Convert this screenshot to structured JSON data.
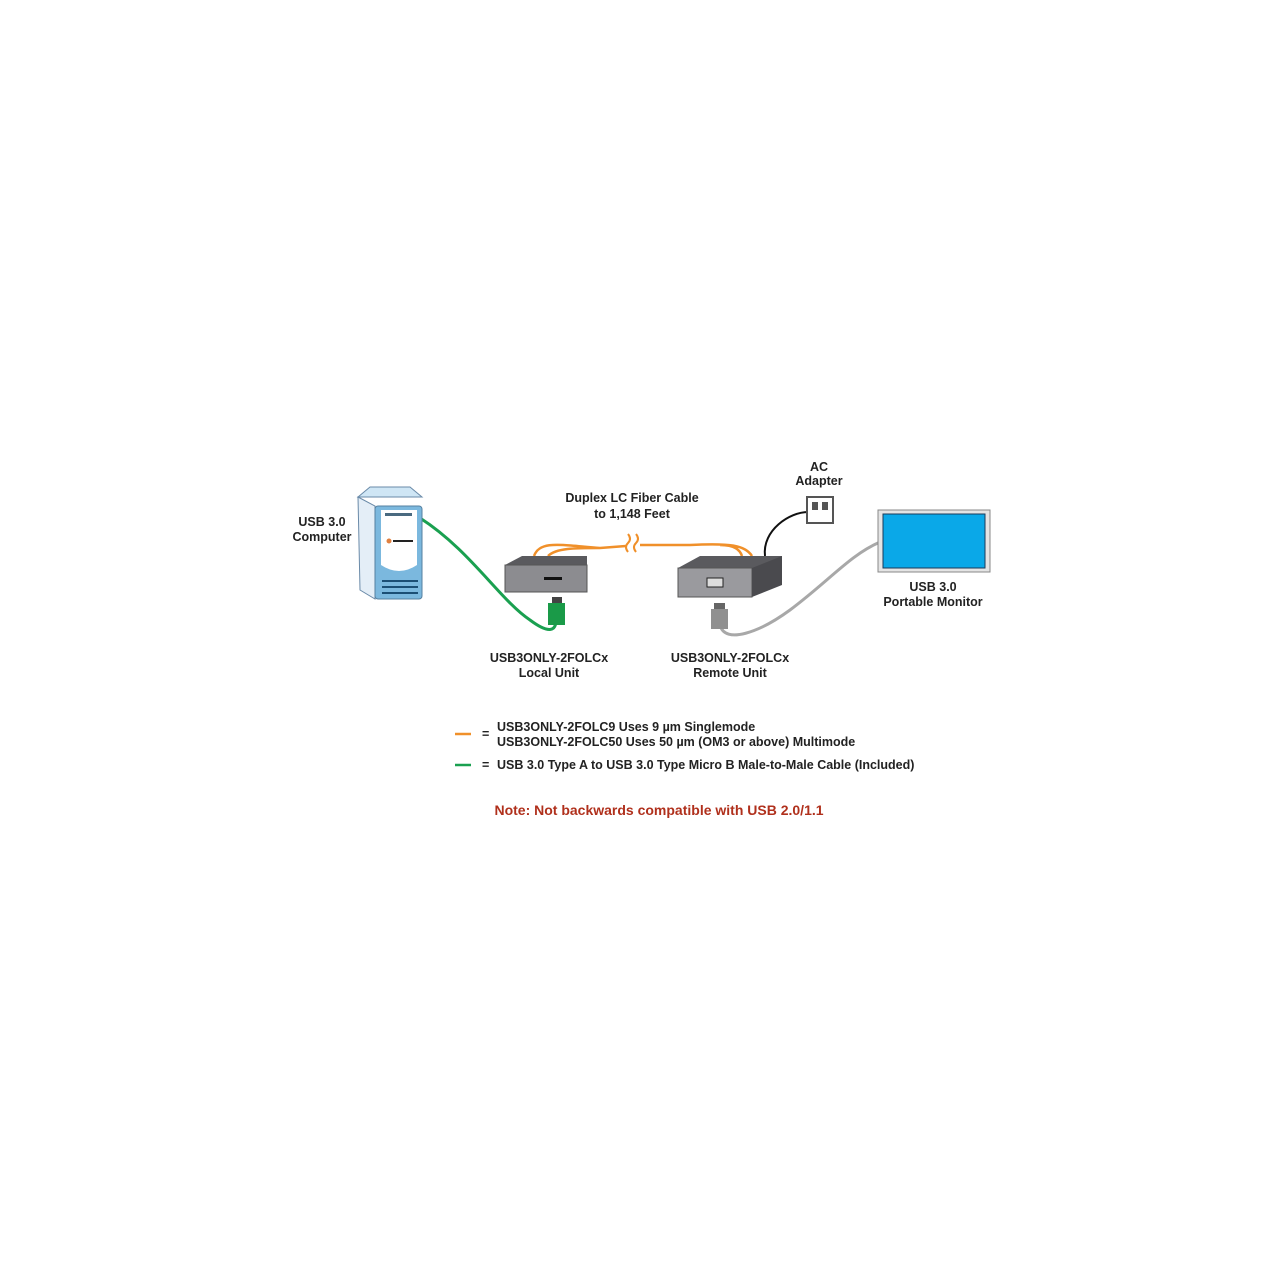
{
  "labels": {
    "computer": [
      "USB 3.0",
      "Computer"
    ],
    "fiber": [
      "Duplex LC Fiber Cable",
      "to 1,148 Feet"
    ],
    "ac_adapter": [
      "AC",
      "Adapter"
    ],
    "monitor": [
      "USB 3.0",
      "Portable Monitor"
    ],
    "local_unit": [
      "USB3ONLY-2FOLCx",
      "Local Unit"
    ],
    "remote_unit": [
      "USB3ONLY-2FOLCx",
      "Remote Unit"
    ]
  },
  "legend": [
    {
      "color": "#f0902a",
      "symbol": "=",
      "lines": [
        "USB3ONLY-2FOLC9 Uses 9 µm Singlemode",
        "USB3ONLY-2FOLC50 Uses 50 µm (OM3 or above) Multimode"
      ]
    },
    {
      "color": "#1aa050",
      "symbol": "=",
      "lines": [
        "USB 3.0 Type A to USB 3.0 Type Micro B Male-to-Male Cable (Included)"
      ]
    }
  ],
  "note": "Note: Not backwards compatible with USB 2.0/1.1",
  "colors": {
    "fiber": "#f0902a",
    "usb_cable": "#1aa050",
    "usb_cable_remote": "#a0a0a0",
    "monitor_screen": "#0aa8e8",
    "note": "#b0301c"
  }
}
